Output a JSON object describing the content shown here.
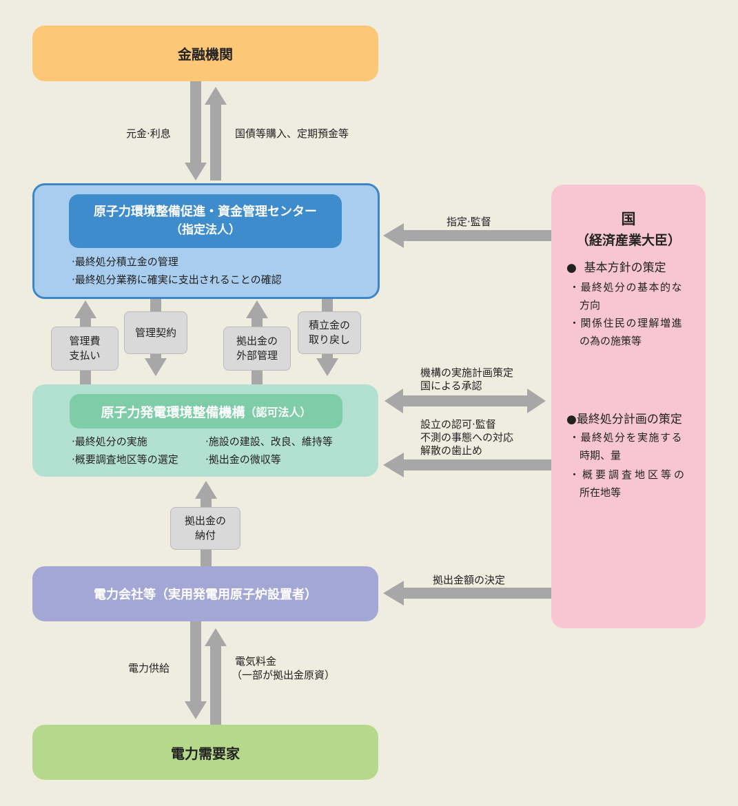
{
  "colors": {
    "background": "#efece0",
    "financial": "#fcc878",
    "center": "#a9cdee",
    "center_border": "#3d86c6",
    "center_title": "#3f8ccc",
    "organization": "#b3e1d1",
    "organization_title": "#7fcca8",
    "utilities": "#a2a7d6",
    "consumers": "#b6d88a",
    "government": "#f8c6d2",
    "arrow": "#a7a7a7",
    "label_box": "#d9d9d9"
  },
  "financial": {
    "title": "金融機関"
  },
  "center": {
    "title": "原子力環境整備促進・資金管理センター",
    "subtitle": "（指定法人）",
    "bullets": [
      "·最終処分積立金の管理",
      "·最終処分業務に確実に支出されることの確認"
    ]
  },
  "organization": {
    "title": "原子力発電環境整備機構",
    "title_suffix": "（認可法人）",
    "bullets_left": [
      "·最終処分の実施",
      "·概要調査地区等の選定"
    ],
    "bullets_right": [
      "·施設の建設、改良、維持等",
      "·拠出金の微収等"
    ]
  },
  "utilities": {
    "title": "電力会社等（実用発電用原子炉設置者）"
  },
  "consumers": {
    "title": "電力需要家"
  },
  "government": {
    "title": "国",
    "subtitle": "（経済産業大臣）",
    "section1": {
      "heading": "●  基本方針の策定",
      "items": [
        "・最終処分の基本的な",
        "　方向",
        "・関係住民の理解増進",
        "　の為の施策等"
      ]
    },
    "section2": {
      "heading": "●最終処分計画の策定",
      "items": [
        "・最終処分を実施する",
        "　時期、量",
        "・概要調査地区等の",
        "　所在地等"
      ]
    }
  },
  "flows": {
    "principal_interest": "元金·利息",
    "bond_purchase": "国債等購入、定期預金等",
    "designation": "指定·監督",
    "mgmt_fee": "管理費\n支払い",
    "mgmt_contract": "管理契約",
    "external_mgmt": "拠出金の\n外部管理",
    "withdrawal": "積立金の\n取り戻し",
    "plan_approval_1": "機構の実施計画策定",
    "plan_approval_2": "国による承認",
    "establishment_1": "設立の認可·監督",
    "establishment_2": "不測の事態への対応",
    "establishment_3": "解散の歯止め",
    "contribution_payment": "拠出金の\n納付",
    "contribution_amount": "拠出金額の決定",
    "power_supply": "電力供給",
    "electricity_fee_1": "電気料金",
    "electricity_fee_2": "（一部が拠出金原資）"
  }
}
